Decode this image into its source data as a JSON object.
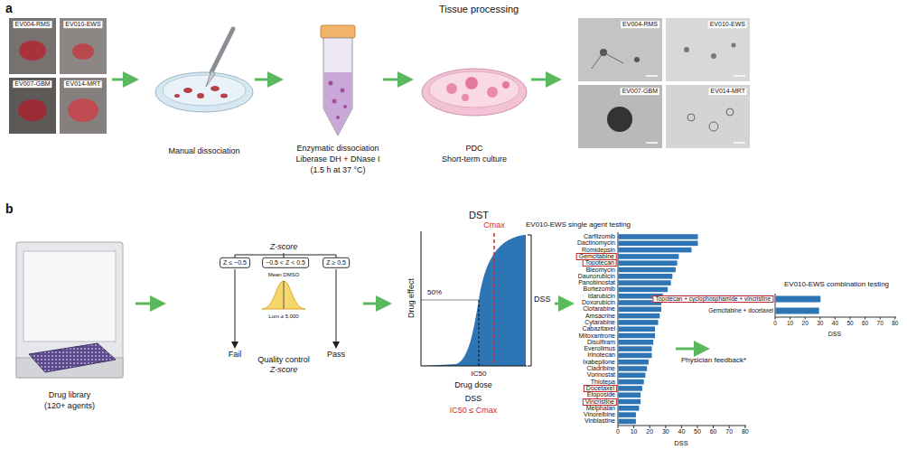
{
  "diagram": {
    "nodes": [
      {
        "text": [
          "Z ≤ −0.5"
        ]
      },
      {
        "text": [
          "−0.5 < Z < 0.5"
        ]
      },
      {
        "text": [
          "Z ≥ 0.5"
        ]
      },
      {
        "text": [
          "Gemcitabine"
        ]
      },
      {
        "text": [
          "Topotecan"
        ]
      },
      {
        "text": [
          "Docetaxel"
        ]
      },
      {
        "text": [
          "Vincristine"
        ]
      },
      {
        "text": [
          "Topotecan + cyclophosphamide + vincristine"
        ]
      }
    ],
    "labels": [
      "a",
      "Tissue processing",
      "EV004-RMS",
      "EV010-EWS",
      "EV007-GBM",
      "EV014-MRT",
      "Manual dissociation",
      "Enzymatic dissociation",
      "Liberase DH + DNase I",
      "(1.5 h at 37 °C)",
      "PDC",
      "Short-term culture",
      "EV004-RMS",
      "EV010-EWS",
      "EV007-GBM",
      "EV014-MRT",
      "b",
      "DST",
      "Drug library",
      "(120+ agents)",
      "Z-score",
      "Mean DMSO",
      "Lum ≥ 5,000",
      "Fail",
      "Pass",
      "Quality control",
      "Z-score",
      "Cmax",
      "50%",
      "Drug effect",
      "DSS",
      "IC50",
      "Drug dose",
      "DSS",
      "IC50 ≤ Cmax",
      "EV010-EWS single agent testing",
      "Carfilzomib",
      "Dactinomycin",
      "Romidepsin",
      "Bleomycin",
      "Daunorubicin",
      "Panobinostat",
      "Bortezomib",
      "Idarubicin",
      "Doxorubicin",
      "Clofarabine",
      "Amsacrine",
      "Cytarabine",
      "Cabazitaxel",
      "Mitoxantrone",
      "Disulfiram",
      "Everolimus",
      "Irinotecan",
      "Ixabepilone",
      "Cladribine",
      "Vorinostat",
      "Thiotepa",
      "Etoposide",
      "Melphalan",
      "Vinorelbine",
      "Vinblastine",
      "0",
      "10",
      "20",
      "30",
      "40",
      "50",
      "60",
      "70",
      "80",
      "DSS",
      "Physician feedback*",
      "EV010-EWS combination testing",
      "Gemcitabine + docetaxel",
      "0",
      "10",
      "20",
      "30",
      "40",
      "50",
      "60",
      "70",
      "80",
      "DSS"
    ]
  }
}
